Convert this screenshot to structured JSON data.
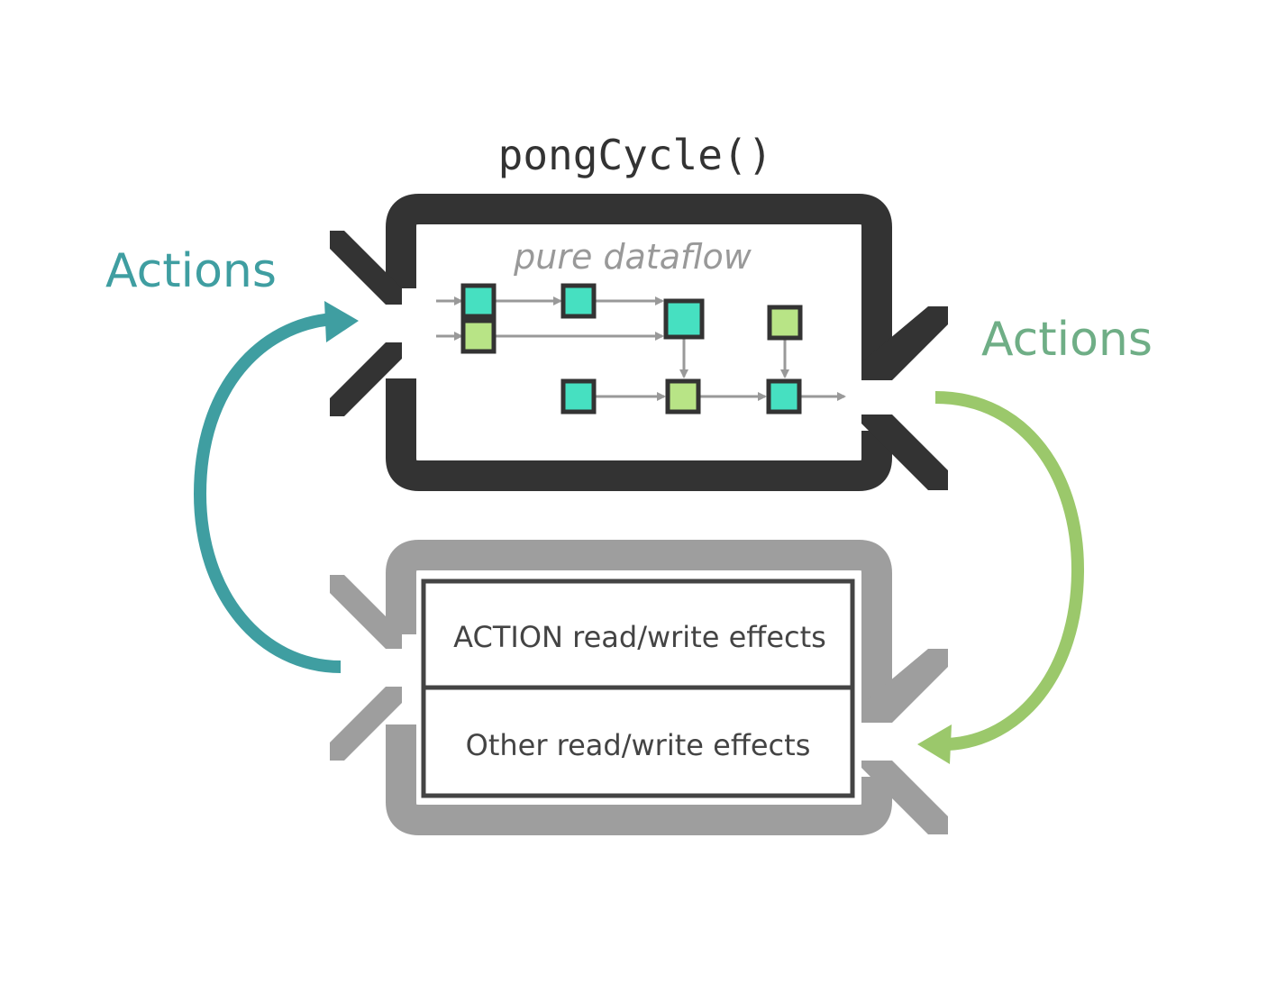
{
  "title": "pongCycle()",
  "pure_box": {
    "label": "pure dataflow"
  },
  "effects_box": {
    "rows": [
      {
        "label": "ACTION read/write effects"
      },
      {
        "label": "Other read/write effects"
      }
    ]
  },
  "left_arrow": {
    "label": "Actions",
    "color": "#3f9ea1"
  },
  "right_arrow": {
    "label": "Actions",
    "color": "#9bc86b"
  },
  "colors": {
    "dark_frame": "#333333",
    "gray_frame": "#9e9e9e",
    "node_teal": "#46e0c1",
    "node_green": "#b8e486",
    "flow_arrow": "#999999",
    "pure_label": "#999999",
    "effects_text": "#444444"
  }
}
